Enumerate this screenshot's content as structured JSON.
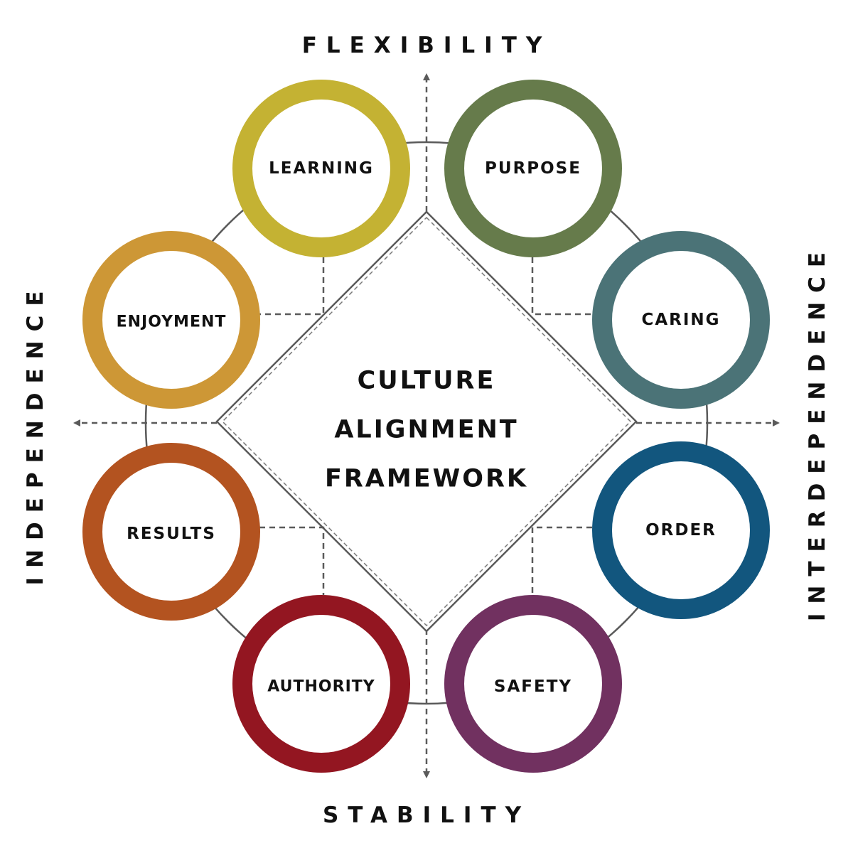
{
  "title": {
    "line1": "CULTURE",
    "line2": "ALIGNMENT",
    "line3": "FRAMEWORK"
  },
  "axes": {
    "top": "FLEXIBILITY",
    "bottom": "STABILITY",
    "left": "INDEPENDENCE",
    "right": "INTERDEPENDENCE"
  },
  "styles": [
    {
      "label": "LEARNING",
      "color": "#c4b233"
    },
    {
      "label": "PURPOSE",
      "color": "#667b4b"
    },
    {
      "label": "CARING",
      "color": "#4b7377"
    },
    {
      "label": "ORDER",
      "color": "#12567e"
    },
    {
      "label": "SAFETY",
      "color": "#713160"
    },
    {
      "label": "AUTHORITY",
      "color": "#931621"
    },
    {
      "label": "RESULTS",
      "color": "#b35320"
    },
    {
      "label": "ENJOYMENT",
      "color": "#cd9736"
    }
  ],
  "colors": {
    "line": "#5a5a5a",
    "text": "#111111",
    "background": "#ffffff"
  }
}
